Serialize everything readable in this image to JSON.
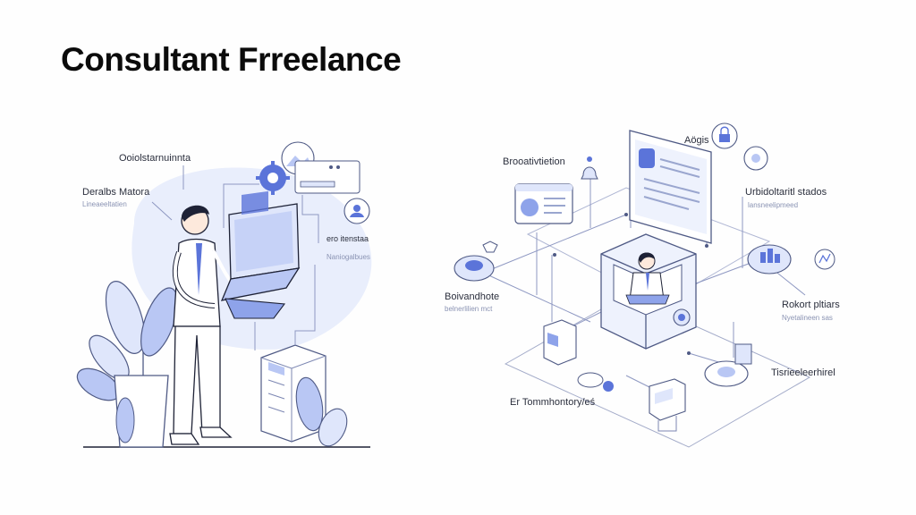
{
  "slide": {
    "title": "Consultant Frreelance"
  },
  "left_scene": {
    "labels": {
      "top": "Ooiolstarnuinnta",
      "left": "Deralbs Matora",
      "left_sub": "Lineaeeltatien",
      "right": "ero itenstaa",
      "right_sub": "Naniogalbues"
    }
  },
  "right_scene": {
    "labels": {
      "top_left": "Brooativtietion",
      "top_center": "Aögis",
      "top_right": "Urbidoltaritl stados",
      "top_right_sub": "lansneelipmeed",
      "left_mid": "Boivandhote",
      "left_mid_sub": "belnerlilien mct",
      "right_mid": "Rokort pltiars",
      "right_mid_sub": "Nyetalineen sas",
      "right_bottom": "Tisrieeleerhirel",
      "bottom_left": "Er Tommhontory/eś"
    }
  },
  "colors": {
    "accent": "#5b74d9",
    "light": "#dfe6fb",
    "line": "#4f5a85"
  }
}
